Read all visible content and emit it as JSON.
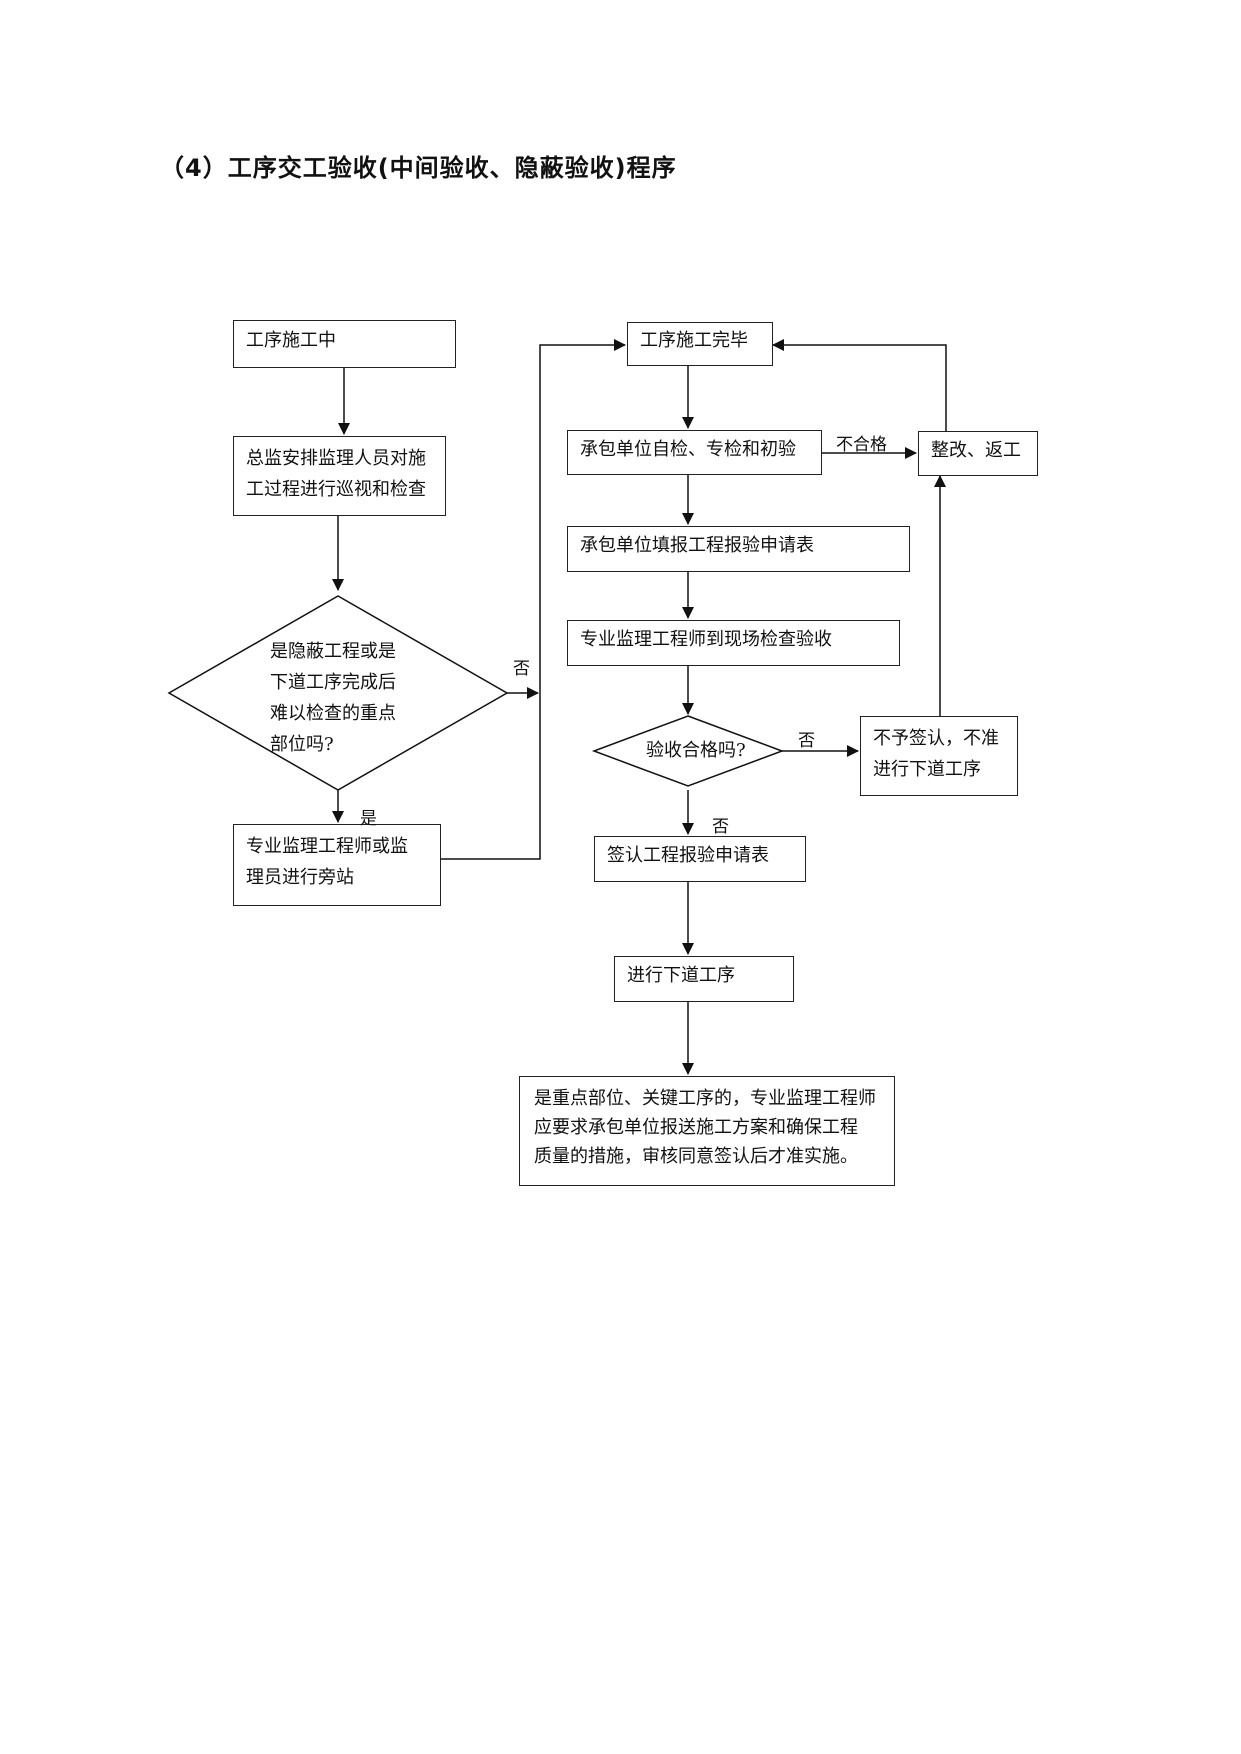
{
  "title": "（4）工序交工验收(中间验收、隐蔽验收)程序",
  "nodes": {
    "construction_in_progress": "工序施工中",
    "chief_arranges": [
      "总监安排监理人员对施",
      "工过程进行巡视和检查"
    ],
    "hidden_decision": [
      "是隐蔽工程或是",
      "下道工序完成后",
      "难以检查的重点",
      "部位吗?"
    ],
    "supervisor_standby": [
      "专业监理工程师或监",
      "理员进行旁站"
    ],
    "construction_finished": "工序施工完毕",
    "contractor_selfcheck": "承包单位自检、专检和初验",
    "rectify": "整改、返工",
    "contractor_submit": "承包单位填报工程报验申请表",
    "engineer_onsite": "专业监理工程师到现场检查验收",
    "pass_decision": "验收合格吗?",
    "not_signed": [
      "不予签认，不准",
      "进行下道工序"
    ],
    "sign_form": "签认工程报验申请表",
    "next_process": "进行下道工序",
    "key_note": [
      "是重点部位、关键工序的，专业监理工程师",
      "应要求承包单位报送施工方案和确保工程",
      "质量的措施，审核同意签认后才准实施。"
    ]
  },
  "edge_labels": {
    "no_right": "否",
    "yes_down": "是",
    "unqualified": "不合格",
    "no_pass": "否",
    "yes_pass": "否"
  }
}
